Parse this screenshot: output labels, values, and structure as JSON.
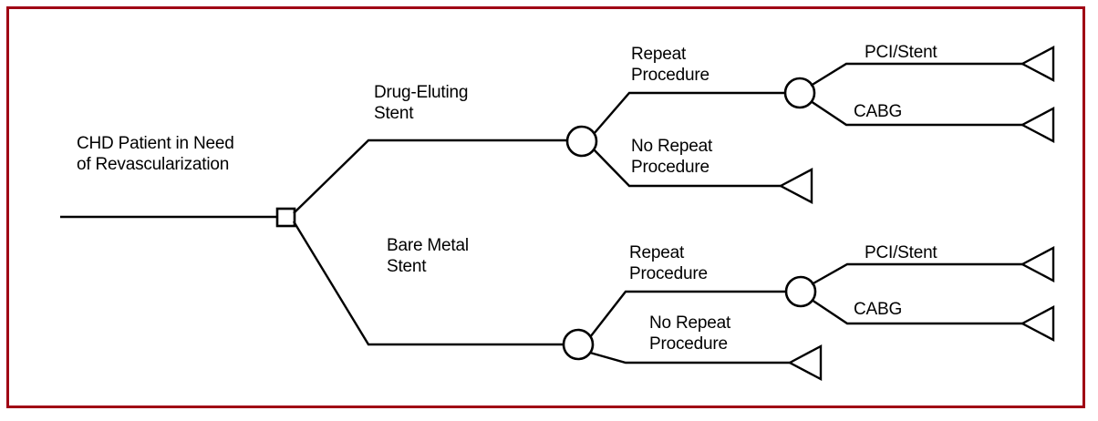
{
  "figure": {
    "type": "decision-tree",
    "title_text": "",
    "border_color": "#a00014",
    "line_color": "#000000",
    "background_color": "#ffffff"
  },
  "root": {
    "label_line1": "CHD Patient in Need",
    "label_line2": "of Revascularization",
    "node_type": "decision-square"
  },
  "branches": {
    "drug_eluting_stent": {
      "line1": "Drug-Eluting",
      "line2": "Stent"
    },
    "bare_metal_stent": {
      "line1": "Bare Metal",
      "line2": "Stent"
    },
    "repeat_procedure": {
      "line1": "Repeat",
      "line2": "Procedure"
    },
    "no_repeat_procedure": {
      "line1": "No Repeat",
      "line2": "Procedure"
    },
    "pci_stent": {
      "line1": "PCI/Stent"
    },
    "cabg": {
      "line1": "CABG"
    }
  },
  "upper_subtree": {
    "stent_label_line1": "Drug-Eluting",
    "stent_label_line2": "Stent",
    "repeat_line1": "Repeat",
    "repeat_line2": "Procedure",
    "no_repeat_line1": "No Repeat",
    "no_repeat_line2": "Procedure",
    "outcome_1": "PCI/Stent",
    "outcome_2": "CABG"
  },
  "lower_subtree": {
    "stent_label_line1": "Bare Metal",
    "stent_label_line2": "Stent",
    "repeat_line1": "Repeat",
    "repeat_line2": "Procedure",
    "no_repeat_line1": "No Repeat",
    "no_repeat_line2": "Procedure",
    "outcome_1": "PCI/Stent",
    "outcome_2": "CABG"
  }
}
